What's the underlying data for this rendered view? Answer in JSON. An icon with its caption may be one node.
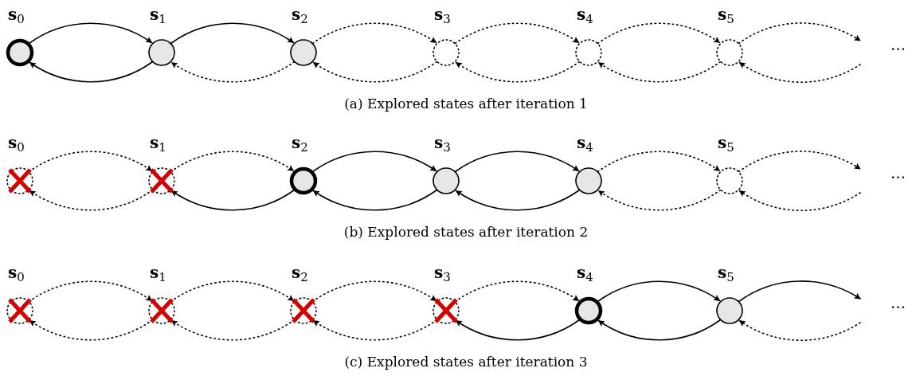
{
  "diagram": {
    "nodes": [
      {
        "text": [],
        "shape": "bold-circle",
        "beside": [
          "**s**$_{0}$"
        ]
      },
      {
        "text": [],
        "shape": "circle",
        "beside": [
          "**s**$_{1}$"
        ]
      },
      {
        "text": [],
        "shape": "circle",
        "beside": [
          "**s**$_{2}$"
        ]
      },
      {
        "text": [],
        "shape": "dotted-circle",
        "beside": [
          "**s**$_{3}$"
        ]
      },
      {
        "text": [],
        "shape": "dotted-circle",
        "beside": [
          "**s**$_{4}$"
        ]
      },
      {
        "text": [],
        "shape": "dotted-circle",
        "beside": [
          "**s**$_{5}$"
        ]
      },
      {
        "text": [],
        "shape": "crossed-circle",
        "beside": [
          "**s**$_{0}$"
        ]
      },
      {
        "text": [],
        "shape": "crossed-circle",
        "beside": [
          "**s**$_{1}$"
        ]
      },
      {
        "text": [],
        "shape": "bold-circle",
        "beside": [
          "**s**$_{2}$"
        ]
      },
      {
        "text": [],
        "shape": "circle",
        "beside": [
          "**s**$_{3}$"
        ]
      },
      {
        "text": [],
        "shape": "circle",
        "beside": [
          "**s**$_{4}$"
        ]
      },
      {
        "text": [],
        "shape": "dotted-circle",
        "beside": [
          "**s**$_{5}$"
        ]
      },
      {
        "text": [],
        "shape": "crossed-circle",
        "beside": [
          "**s**$_{0}$"
        ]
      },
      {
        "text": [],
        "shape": "crossed-circle",
        "beside": [
          "**s**$_{1}$"
        ]
      },
      {
        "text": [],
        "shape": "crossed-circle",
        "beside": [
          "**s**$_{2}$"
        ]
      },
      {
        "text": [],
        "shape": "crossed-circle",
        "beside": [
          "**s**$_{3}$"
        ]
      },
      {
        "text": [],
        "shape": "bold-circle",
        "beside": [
          "**s**$_{4}$"
        ]
      },
      {
        "text": [],
        "shape": "circle",
        "beside": [
          "**s**$_{5}$"
        ]
      }
    ],
    "edges": [
      {
        "from": 0,
        "to": 1,
        "arrow": "to"
      },
      {
        "from": 1,
        "to": 0,
        "arrow": "to"
      },
      {
        "from": 1,
        "to": 2,
        "arrow": "to"
      },
      {
        "from": 2,
        "to": 1,
        "arrow": "to",
        "style": "dashed"
      },
      {
        "from": 2,
        "to": 3,
        "arrow": "to",
        "style": "dashed"
      },
      {
        "from": 3,
        "to": 2,
        "arrow": "to",
        "style": "dashed"
      },
      {
        "from": 3,
        "to": 4,
        "arrow": "to",
        "style": "dashed"
      },
      {
        "from": 4,
        "to": 3,
        "arrow": "to",
        "style": "dashed"
      },
      {
        "from": 4,
        "to": 5,
        "arrow": "to",
        "style": "dashed"
      },
      {
        "from": 5,
        "to": 4,
        "arrow": "to",
        "style": "dashed"
      },
      {
        "from": 5,
        "to": null,
        "arrow": "to",
        "style": "dashed"
      },
      {
        "from": null,
        "to": 5,
        "arrow": "to",
        "style": "dashed"
      },
      {
        "from": 6,
        "to": 7,
        "arrow": "to",
        "style": "dashed"
      },
      {
        "from": 7,
        "to": 6,
        "arrow": "to",
        "style": "dashed"
      },
      {
        "from": 7,
        "to": 8,
        "arrow": "to",
        "style": "dashed"
      },
      {
        "from": 8,
        "to": 7,
        "arrow": "to"
      },
      {
        "from": 8,
        "to": 9,
        "arrow": "to"
      },
      {
        "from": 9,
        "to": 8,
        "arrow": "to"
      },
      {
        "from": 9,
        "to": 10,
        "arrow": "to"
      },
      {
        "from": 10,
        "to": 9,
        "arrow": "to"
      },
      {
        "from": 10,
        "to": 11,
        "arrow": "to",
        "style": "dashed"
      },
      {
        "from": 11,
        "to": 10,
        "arrow": "to",
        "style": "dashed"
      },
      {
        "from": 11,
        "to": null,
        "arrow": "to",
        "style": "dashed"
      },
      {
        "from": null,
        "to": 11,
        "arrow": "to",
        "style": "dashed"
      },
      {
        "from": 12,
        "to": 13,
        "arrow": "to",
        "style": "dashed"
      },
      {
        "from": 13,
        "to": 12,
        "arrow": "to",
        "style": "dashed"
      },
      {
        "from": 13,
        "to": 14,
        "arrow": "to",
        "style": "dashed"
      },
      {
        "from": 14,
        "to": 13,
        "arrow": "to",
        "style": "dashed"
      },
      {
        "from": 14,
        "to": 15,
        "arrow": "to",
        "style": "dashed"
      },
      {
        "from": 15,
        "to": 14,
        "arrow": "to",
        "style": "dashed"
      },
      {
        "from": 15,
        "to": 16,
        "arrow": "to",
        "style": "dashed"
      },
      {
        "from": 16,
        "to": 15,
        "arrow": "to"
      },
      {
        "from": 16,
        "to": 17,
        "arrow": "to"
      },
      {
        "from": 17,
        "to": 16,
        "arrow": "to"
      },
      {
        "from": 17,
        "to": null,
        "arrow": "to"
      },
      {
        "from": null,
        "to": 17,
        "arrow": "to",
        "style": "dashed"
      }
    ],
    "labels": [
      "...",
      "(a) Explored states after iteration 1",
      "...",
      "(b) Explored states after iteration 2",
      "...",
      "(c) Explored states after iteration 3"
    ]
  }
}
